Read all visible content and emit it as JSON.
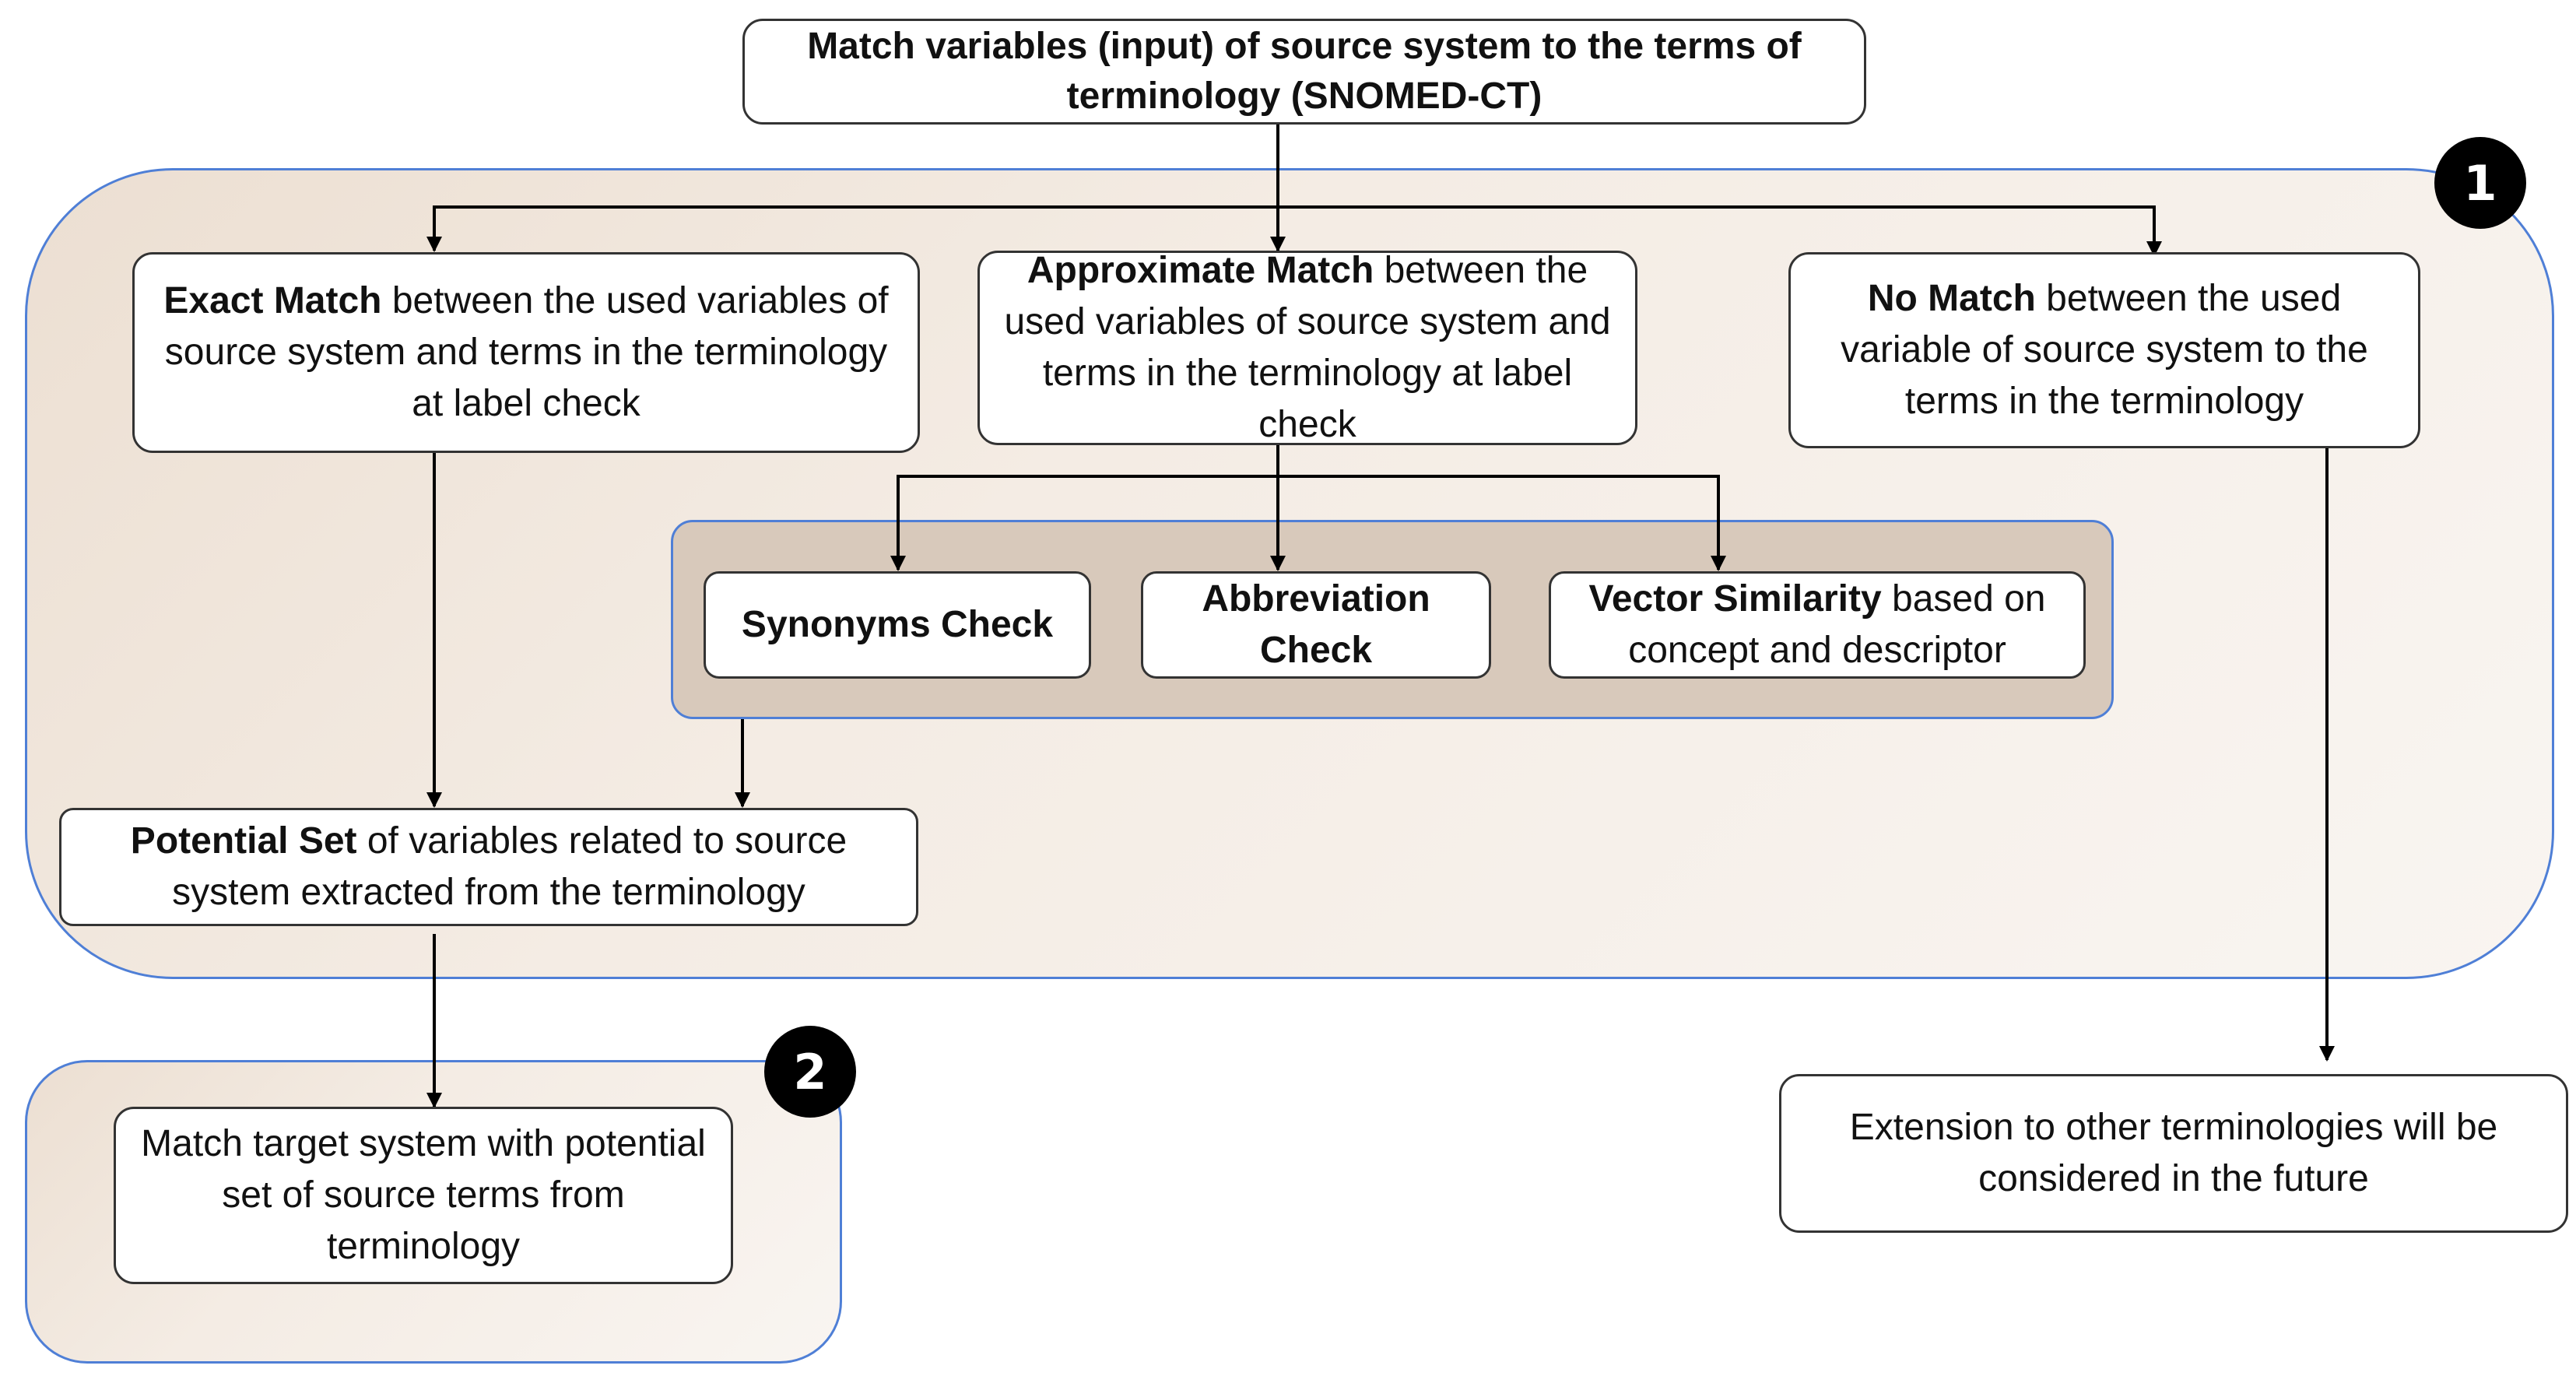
{
  "nodes": {
    "top": {
      "bold": "Match variables (input) of source system to the terms of terminology (SNOMED-CT)",
      "text": ""
    },
    "exact": {
      "bold": "Exact Match",
      "text": " between the used variables of source system and terms in the terminology at label check"
    },
    "approx": {
      "bold": "Approximate Match",
      "text": " between the used variables of source system and terms in the terminology at label check"
    },
    "nomatch": {
      "bold": "No Match",
      "text": " between the used variable of source system to the terms in the terminology"
    },
    "synonyms": {
      "bold": "Synonyms Check",
      "text": ""
    },
    "abbrev": {
      "bold": "Abbreviation Check",
      "text": ""
    },
    "vector": {
      "bold": "Vector Similarity",
      "text": " based on concept and descriptor"
    },
    "potential": {
      "bold": "Potential Set",
      "text": " of variables related to source system extracted from the terminology"
    },
    "target": {
      "bold": "",
      "text": "Match target system with potential set of source terms from terminology"
    },
    "extension": {
      "bold": "",
      "text": "Extension to other terminologies will be considered in the future"
    }
  },
  "badges": {
    "one": "1",
    "two": "2"
  },
  "colors": {
    "region_border": "#4f7fd6",
    "region_fill": "#f1e7dd",
    "inner_panel_fill": "#d8c9bb",
    "node_border": "#333333",
    "badge_fill": "#000000"
  }
}
